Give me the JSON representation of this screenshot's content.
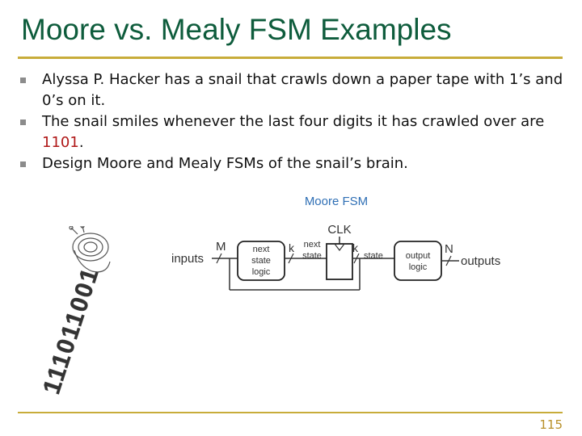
{
  "slide": {
    "title": "Moore vs. Mealy FSM Examples",
    "page_number": "115"
  },
  "bullets": [
    {
      "text": "Alyssa P. Hacker has a snail that crawls down a paper tape with 1’s and 0’s on it."
    },
    {
      "text_before": "The snail smiles whenever the last four digits it has crawled over are ",
      "highlight": "1101",
      "text_after": "."
    },
    {
      "text": "Design Moore and Mealy FSMs of the snail’s brain."
    }
  ],
  "diagram": {
    "title": "Moore FSM",
    "clk": "CLK",
    "inputs": "inputs",
    "outputs": "outputs",
    "m": "M",
    "k1": "k",
    "k2": "k",
    "n": "N",
    "next_state_logic": [
      "next",
      "state",
      "logic"
    ],
    "next_state": [
      "next",
      "state"
    ],
    "state": "state",
    "output_logic": [
      "output",
      "logic"
    ]
  },
  "tape": {
    "digits": "111011001"
  },
  "colors": {
    "title": "#0e5c3c",
    "rule": "#c8ac3a",
    "highlight": "#b01818",
    "page_number": "#b8902a",
    "diagram_title": "#2f6fb5"
  }
}
